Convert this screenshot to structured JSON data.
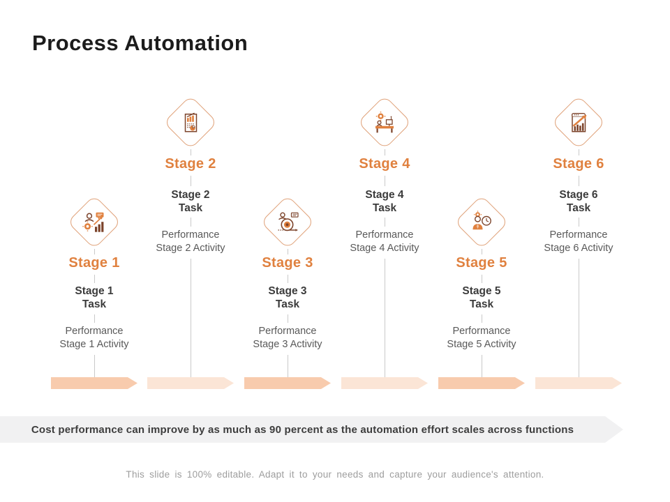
{
  "title": "Process Automation",
  "colors": {
    "title-text": "#1c1c1c",
    "accent": "#e0813f",
    "accent-deep": "#7c432a",
    "diamond-border": "#dfa077",
    "task-text": "#3b3b3b",
    "activity-text": "#595959",
    "line": "#c9c9c9",
    "arrow-dark": "#f8cbad",
    "arrow-light": "#fbe5d6",
    "banner-bg": "#f1f1f2",
    "banner-text": "#3d3d3d",
    "footer-text": "#9d9d9d"
  },
  "stages": [
    {
      "label": "Stage 1",
      "task_line1": "Stage 1",
      "task_line2": "Task",
      "activity_line1": "Performance",
      "activity_line2": "Stage 1 Activity",
      "icon": "person-analytics-icon",
      "row": "bottom"
    },
    {
      "label": "Stage 2",
      "task_line1": "Stage 2",
      "task_line2": "Task",
      "activity_line1": "Performance",
      "activity_line2": "Stage 2 Activity",
      "icon": "report-chart-icon",
      "row": "top"
    },
    {
      "label": "Stage 3",
      "task_line1": "Stage 3",
      "task_line2": "Task",
      "activity_line1": "Performance",
      "activity_line2": "Stage 3 Activity",
      "icon": "process-cycle-icon",
      "row": "bottom"
    },
    {
      "label": "Stage 4",
      "task_line1": "Stage 4",
      "task_line2": "Task",
      "activity_line1": "Performance",
      "activity_line2": "Stage 4 Activity",
      "icon": "automation-desk-icon",
      "row": "top"
    },
    {
      "label": "Stage 5",
      "task_line1": "Stage 5",
      "task_line2": "Task",
      "activity_line1": "Performance",
      "activity_line2": "Stage 5 Activity",
      "icon": "person-time-icon",
      "row": "bottom"
    },
    {
      "label": "Stage 6",
      "task_line1": "Stage 6",
      "task_line2": "Task",
      "activity_line1": "Performance",
      "activity_line2": "Stage 6 Activity",
      "icon": "growth-report-icon",
      "row": "top"
    }
  ],
  "banner": {
    "text": "Cost performance can improve by as much as 90 percent as the automation effort scales across functions"
  },
  "footer": {
    "text": "This slide is 100% editable. Adapt it to your needs and capture your audience's attention."
  }
}
